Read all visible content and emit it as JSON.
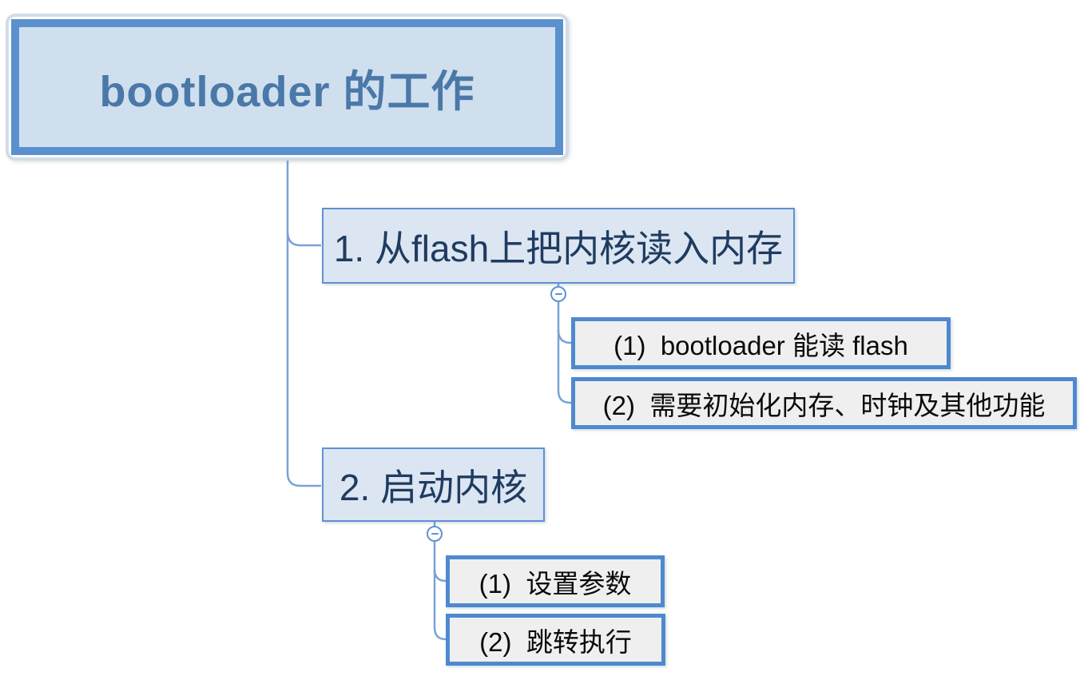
{
  "diagram": {
    "type": "mindmap",
    "title": "bootloader 的工作"
  },
  "nodes": {
    "root": {
      "label": "bootloader 的工作"
    },
    "branch1": {
      "label": "1. 从flash上把内核读入内存"
    },
    "b1c1": {
      "label": "(1)  bootloader 能读 flash"
    },
    "b1c2": {
      "label": "(2)  需要初始化内存、时钟及其他功能"
    },
    "branch2": {
      "label": "2. 启动内核"
    },
    "b2c1": {
      "label": "(1)  设置参数"
    },
    "b2c2": {
      "label": "(2)  跳转执行"
    }
  },
  "icons": {
    "collapse_branch1": "minus-icon",
    "collapse_branch2": "minus-icon"
  },
  "colors": {
    "canvas_background": "#ffffff",
    "root_halo_border": "#d2dce8",
    "root_border": "#5b90ce",
    "root_fill": "#cfdfee",
    "root_text": "#4a78a8",
    "branch_border": "#5e91d2",
    "branch_fill": "#dbe6f2",
    "branch_text": "#1f3b60",
    "sub_border": "#4e89cf",
    "sub_fill": "#efefef",
    "sub_text": "#0a0a0a",
    "connector_line": "#7aa2d8",
    "collapse_icon": "#5d92d4"
  }
}
